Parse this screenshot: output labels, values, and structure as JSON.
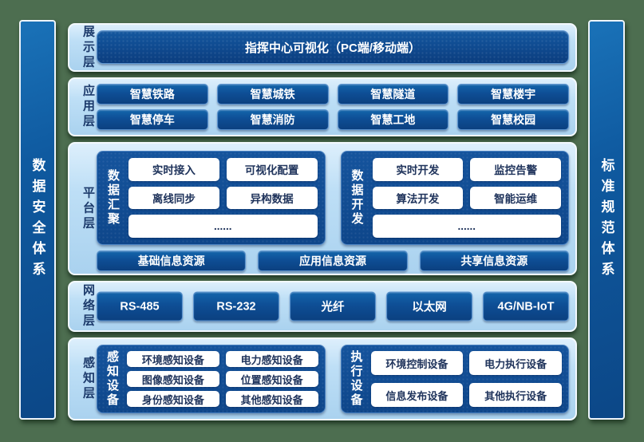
{
  "colors": {
    "background_green": "#4d6e50",
    "panel_light_blue": "#b5d9f3",
    "box_navy": "#0d4f96",
    "group_navy": "#114c92",
    "white_box_text": "#20345c",
    "white": "#ffffff"
  },
  "left_bar": {
    "label": "数据安全体系"
  },
  "right_bar": {
    "label": "标准规范体系"
  },
  "layers": {
    "display": {
      "label": "展示层",
      "title": "指挥中心可视化（PC端/移动端）"
    },
    "application": {
      "label": "应用层",
      "items": [
        "智慧铁路",
        "智慧城铁",
        "智慧隧道",
        "智慧楼宇",
        "智慧停车",
        "智慧消防",
        "智慧工地",
        "智慧校园"
      ]
    },
    "platform": {
      "label": "平台层",
      "groups": [
        {
          "label": "数据汇聚",
          "items": [
            "实时接入",
            "可视化配置",
            "离线同步",
            "异构数据"
          ],
          "more": "......"
        },
        {
          "label": "数据开发",
          "items": [
            "实时开发",
            "监控告警",
            "算法开发",
            "智能运维"
          ],
          "more": "......"
        }
      ],
      "resources": [
        "基础信息资源",
        "应用信息资源",
        "共享信息资源"
      ]
    },
    "network": {
      "label": "网络层",
      "items": [
        "RS-485",
        "RS-232",
        "光纤",
        "以太网",
        "4G/NB-IoT"
      ]
    },
    "perception": {
      "label": "感知层",
      "groups": [
        {
          "label": "感知设备",
          "items": [
            "环境感知设备",
            "电力感知设备",
            "图像感知设备",
            "位置感知设备",
            "身份感知设备",
            "其他感知设备"
          ]
        },
        {
          "label": "执行设备",
          "items": [
            "环境控制设备",
            "电力执行设备",
            "信息发布设备",
            "其他执行设备"
          ]
        }
      ]
    }
  }
}
